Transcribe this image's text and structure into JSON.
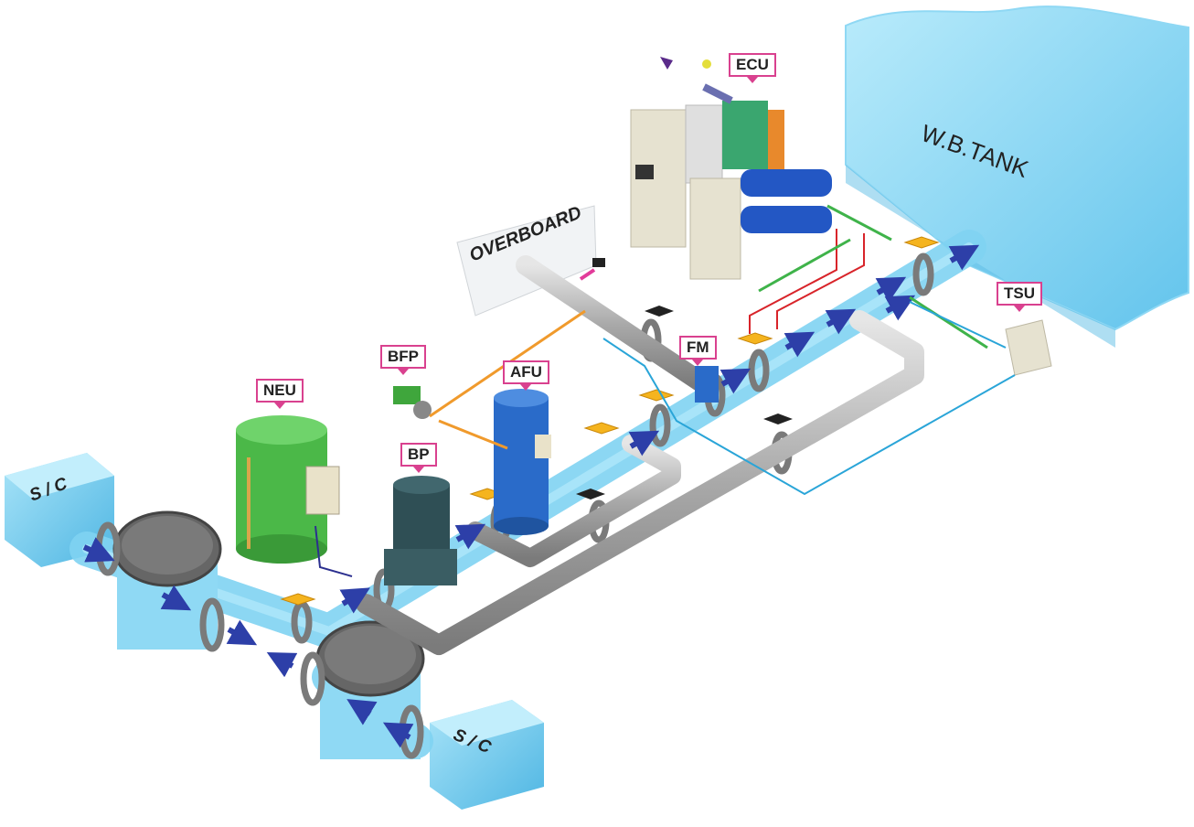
{
  "labels": {
    "ecu": "ECU",
    "tsu": "TSU",
    "fm": "FM",
    "bfp": "BFP",
    "afu": "AFU",
    "neu": "NEU",
    "bp": "BP",
    "overboard": "OVERBOARD",
    "tank": "W.B.TANK",
    "sea_chest_left": "S / C",
    "sea_chest_right": "S / C"
  },
  "colors": {
    "water": "#7fd3f2",
    "water_dark": "#3aa9dc",
    "flow_arrow": "#2d3fa8",
    "pipe_gray": "#b8b8b8",
    "valve_yellow": "#f5b41e",
    "valve_black": "#222222",
    "neu_green": "#4bb848",
    "afu_blue": "#2a6bc9",
    "bp_dark": "#2f4f55",
    "signal_red": "#d8242a",
    "signal_green": "#3fb34a",
    "signal_orange": "#f09a2c",
    "signal_blue": "#2aa5d8",
    "callout_border": "#d9418f"
  }
}
